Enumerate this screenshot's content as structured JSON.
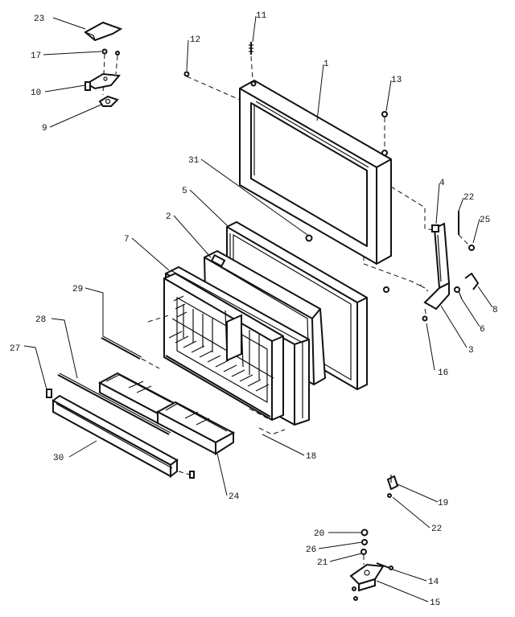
{
  "callouts": [
    {
      "id": "c1",
      "text": "1"
    },
    {
      "id": "c2",
      "text": "2"
    },
    {
      "id": "c3",
      "text": "3"
    },
    {
      "id": "c4",
      "text": "4"
    },
    {
      "id": "c5",
      "text": "5"
    },
    {
      "id": "c6",
      "text": "6"
    },
    {
      "id": "c7",
      "text": "7"
    },
    {
      "id": "c8",
      "text": "8"
    },
    {
      "id": "c9",
      "text": "9"
    },
    {
      "id": "c10",
      "text": "10"
    },
    {
      "id": "c11",
      "text": "11"
    },
    {
      "id": "c12",
      "text": "12"
    },
    {
      "id": "c13",
      "text": "13"
    },
    {
      "id": "c14",
      "text": "14"
    },
    {
      "id": "c15",
      "text": "15"
    },
    {
      "id": "c16",
      "text": "16"
    },
    {
      "id": "c17",
      "text": "17"
    },
    {
      "id": "c18",
      "text": "18"
    },
    {
      "id": "c19",
      "text": "19"
    },
    {
      "id": "c20",
      "text": "20"
    },
    {
      "id": "c21",
      "text": "21"
    },
    {
      "id": "c22a",
      "text": "22"
    },
    {
      "id": "c22b",
      "text": "22"
    },
    {
      "id": "c23",
      "text": "23"
    },
    {
      "id": "c24",
      "text": "24"
    },
    {
      "id": "c25",
      "text": "25"
    },
    {
      "id": "c26",
      "text": "26"
    },
    {
      "id": "c27",
      "text": "27"
    },
    {
      "id": "c28",
      "text": "28"
    },
    {
      "id": "c29",
      "text": "29"
    },
    {
      "id": "c30",
      "text": "30"
    },
    {
      "id": "c31",
      "text": "31"
    }
  ]
}
